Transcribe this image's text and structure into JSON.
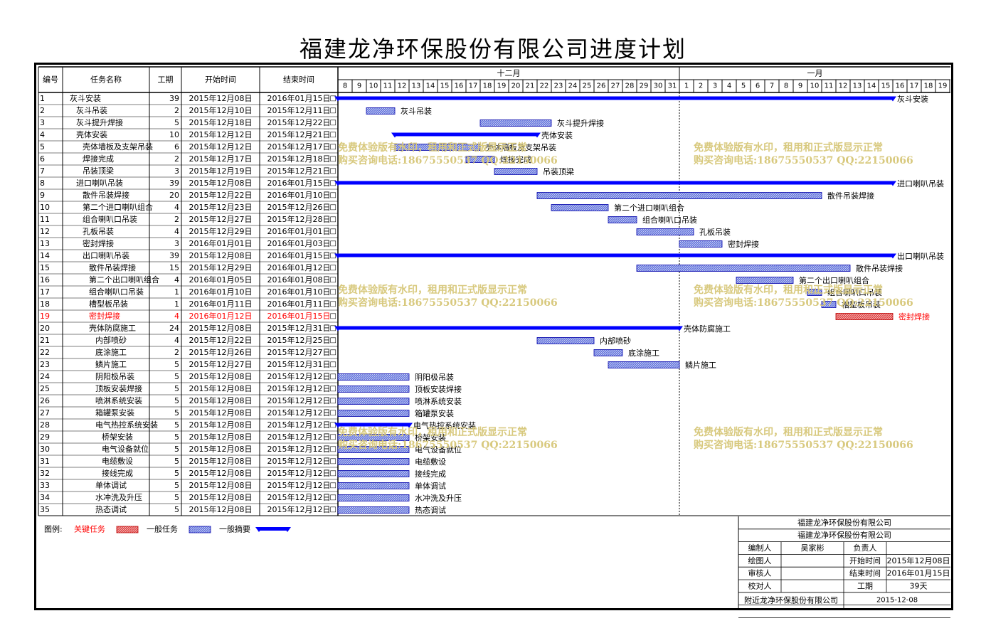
{
  "title": "福建龙净环保股份有限公司进度计划",
  "headers": {
    "id": "编号",
    "name": "任务名称",
    "duration": "工期",
    "start": "开始时间",
    "end": "结束时间"
  },
  "months": [
    "十二月",
    "一月"
  ],
  "days": [
    "8",
    "9",
    "10",
    "11",
    "12",
    "13",
    "14",
    "15",
    "16",
    "17",
    "18",
    "19",
    "20",
    "21",
    "22",
    "23",
    "24",
    "25",
    "26",
    "27",
    "28",
    "29",
    "30",
    "31",
    "1",
    "2",
    "3",
    "4",
    "5",
    "6",
    "7",
    "8",
    "9",
    "10",
    "11",
    "12",
    "13",
    "14",
    "15",
    "16",
    "17",
    "18",
    "19"
  ],
  "chart_data": {
    "type": "gantt",
    "timeline_start": "2015-12-08",
    "timeline_end": "2016-01-19",
    "tasks": [
      {
        "id": "1",
        "name": "灰斗安装",
        "duration": "39",
        "start": "2015年12月08日",
        "end": "2016年01月15日",
        "kind": "summary",
        "level": 0,
        "s": "2015-12-08",
        "e": "2016-01-15"
      },
      {
        "id": "2",
        "name": "灰斗吊装",
        "duration": "2",
        "start": "2015年12月10日",
        "end": "2015年12月11日",
        "kind": "task",
        "level": 1,
        "s": "2015-12-10",
        "e": "2015-12-11"
      },
      {
        "id": "3",
        "name": "灰斗提升焊接",
        "duration": "5",
        "start": "2015年12月18日",
        "end": "2015年12月22日",
        "kind": "task",
        "level": 1,
        "s": "2015-12-18",
        "e": "2015-12-22"
      },
      {
        "id": "4",
        "name": "壳体安装",
        "duration": "10",
        "start": "2015年12月12日",
        "end": "2015年12月21日",
        "kind": "summary",
        "level": 1,
        "s": "2015-12-12",
        "e": "2015-12-21"
      },
      {
        "id": "5",
        "name": "壳体墙板及支架吊装",
        "duration": "6",
        "start": "2015年12月12日",
        "end": "2015年12月17日",
        "kind": "task",
        "level": 2,
        "s": "2015-12-12",
        "e": "2015-12-17"
      },
      {
        "id": "6",
        "name": "焊接完成",
        "duration": "2",
        "start": "2015年12月17日",
        "end": "2015年12月18日",
        "kind": "task",
        "level": 2,
        "s": "2015-12-17",
        "e": "2015-12-18"
      },
      {
        "id": "7",
        "name": "吊装顶梁",
        "duration": "3",
        "start": "2015年12月19日",
        "end": "2015年12月21日",
        "kind": "task",
        "level": 2,
        "s": "2015-12-19",
        "e": "2015-12-21"
      },
      {
        "id": "8",
        "name": "进口喇叭吊装",
        "duration": "39",
        "start": "2015年12月08日",
        "end": "2016年01月15日",
        "kind": "summary",
        "level": 1,
        "s": "2015-12-08",
        "e": "2016-01-15"
      },
      {
        "id": "9",
        "name": "散件吊装焊接",
        "duration": "20",
        "start": "2015年12月22日",
        "end": "2016年01月10日",
        "kind": "task",
        "level": 2,
        "s": "2015-12-22",
        "e": "2016-01-10"
      },
      {
        "id": "10",
        "name": "第二个进口喇叭组合",
        "duration": "4",
        "start": "2015年12月23日",
        "end": "2015年12月26日",
        "kind": "task",
        "level": 2,
        "s": "2015-12-23",
        "e": "2015-12-26"
      },
      {
        "id": "11",
        "name": "组合喇叭口吊装",
        "duration": "2",
        "start": "2015年12月27日",
        "end": "2015年12月28日",
        "kind": "task",
        "level": 2,
        "s": "2015-12-27",
        "e": "2015-12-28"
      },
      {
        "id": "12",
        "name": "孔板吊装",
        "duration": "4",
        "start": "2015年12月29日",
        "end": "2016年01月01日",
        "kind": "task",
        "level": 2,
        "s": "2015-12-29",
        "e": "2016-01-01"
      },
      {
        "id": "13",
        "name": "密封焊接",
        "duration": "3",
        "start": "2016年01月01日",
        "end": "2016年01月03日",
        "kind": "task",
        "level": 2,
        "s": "2016-01-01",
        "e": "2016-01-03"
      },
      {
        "id": "14",
        "name": "出口喇叭吊装",
        "duration": "39",
        "start": "2015年12月08日",
        "end": "2016年01月15日",
        "kind": "summary",
        "level": 2,
        "s": "2015-12-08",
        "e": "2016-01-15"
      },
      {
        "id": "15",
        "name": "散件吊装焊接",
        "duration": "15",
        "start": "2015年12月29日",
        "end": "2016年01月12日",
        "kind": "task",
        "level": 3,
        "s": "2015-12-29",
        "e": "2016-01-12"
      },
      {
        "id": "16",
        "name": "第二个出口喇叭组合",
        "duration": "4",
        "start": "2016年01月05日",
        "end": "2016年01月08日",
        "kind": "task",
        "level": 3,
        "s": "2016-01-05",
        "e": "2016-01-08"
      },
      {
        "id": "17",
        "name": "组合喇叭口吊装",
        "duration": "1",
        "start": "2016年01月10日",
        "end": "2016年01月10日",
        "kind": "task",
        "level": 3,
        "s": "2016-01-10",
        "e": "2016-01-10"
      },
      {
        "id": "18",
        "name": "槽型板吊装",
        "duration": "1",
        "start": "2016年01月11日",
        "end": "2016年01月11日",
        "kind": "task",
        "level": 3,
        "s": "2016-01-11",
        "e": "2016-01-11"
      },
      {
        "id": "19",
        "name": "密封焊接",
        "duration": "4",
        "start": "2016年01月12日",
        "end": "2016年01月15日",
        "kind": "critical",
        "level": 3,
        "s": "2016-01-12",
        "e": "2016-01-15"
      },
      {
        "id": "20",
        "name": "壳体防腐施工",
        "duration": "24",
        "start": "2015年12月08日",
        "end": "2015年12月31日",
        "kind": "summary",
        "level": 3,
        "s": "2015-12-08",
        "e": "2015-12-31"
      },
      {
        "id": "21",
        "name": "内部喷砂",
        "duration": "4",
        "start": "2015年12月22日",
        "end": "2015年12月25日",
        "kind": "task",
        "level": 4,
        "s": "2015-12-22",
        "e": "2015-12-25"
      },
      {
        "id": "22",
        "name": "底涂施工",
        "duration": "2",
        "start": "2015年12月26日",
        "end": "2015年12月27日",
        "kind": "task",
        "level": 4,
        "s": "2015-12-26",
        "e": "2015-12-27"
      },
      {
        "id": "23",
        "name": "鳞片施工",
        "duration": "5",
        "start": "2015年12月27日",
        "end": "2015年12月31日",
        "kind": "task",
        "level": 4,
        "s": "2015-12-27",
        "e": "2015-12-31"
      },
      {
        "id": "24",
        "name": "阴阳极吊装",
        "duration": "5",
        "start": "2015年12月08日",
        "end": "2015年12月12日",
        "kind": "task",
        "level": 4,
        "s": "2015-12-08",
        "e": "2015-12-12"
      },
      {
        "id": "25",
        "name": "顶板安装焊接",
        "duration": "5",
        "start": "2015年12月08日",
        "end": "2015年12月12日",
        "kind": "task",
        "level": 4,
        "s": "2015-12-08",
        "e": "2015-12-12"
      },
      {
        "id": "26",
        "name": "喷淋系统安装",
        "duration": "5",
        "start": "2015年12月08日",
        "end": "2015年12月12日",
        "kind": "task",
        "level": 4,
        "s": "2015-12-08",
        "e": "2015-12-12"
      },
      {
        "id": "27",
        "name": "箱罐泵安装",
        "duration": "5",
        "start": "2015年12月08日",
        "end": "2015年12月12日",
        "kind": "task",
        "level": 4,
        "s": "2015-12-08",
        "e": "2015-12-12"
      },
      {
        "id": "28",
        "name": "电气热控系统安装",
        "duration": "5",
        "start": "2015年12月08日",
        "end": "2015年12月12日",
        "kind": "summary",
        "level": 4,
        "s": "2015-12-08",
        "e": "2015-12-12"
      },
      {
        "id": "29",
        "name": "桥架安装",
        "duration": "5",
        "start": "2015年12月08日",
        "end": "2015年12月12日",
        "kind": "task",
        "level": 5,
        "s": "2015-12-08",
        "e": "2015-12-12"
      },
      {
        "id": "30",
        "name": "电气设备就位",
        "duration": "5",
        "start": "2015年12月08日",
        "end": "2015年12月12日",
        "kind": "task",
        "level": 5,
        "s": "2015-12-08",
        "e": "2015-12-12"
      },
      {
        "id": "31",
        "name": "电缆敷设",
        "duration": "5",
        "start": "2015年12月08日",
        "end": "2015年12月12日",
        "kind": "task",
        "level": 5,
        "s": "2015-12-08",
        "e": "2015-12-12"
      },
      {
        "id": "32",
        "name": "接线完成",
        "duration": "5",
        "start": "2015年12月08日",
        "end": "2015年12月12日",
        "kind": "task",
        "level": 5,
        "s": "2015-12-08",
        "e": "2015-12-12"
      },
      {
        "id": "33",
        "name": "单体调试",
        "duration": "5",
        "start": "2015年12月08日",
        "end": "2015年12月12日",
        "kind": "task",
        "level": 4,
        "s": "2015-12-08",
        "e": "2015-12-12"
      },
      {
        "id": "34",
        "name": "水冲洗及升压",
        "duration": "5",
        "start": "2015年12月08日",
        "end": "2015年12月12日",
        "kind": "task",
        "level": 4,
        "s": "2015-12-08",
        "e": "2015-12-12"
      },
      {
        "id": "35",
        "name": "热态调试",
        "duration": "5",
        "start": "2015年12月08日",
        "end": "2015年12月12日",
        "kind": "task",
        "level": 4,
        "s": "2015-12-08",
        "e": "2015-12-12"
      }
    ]
  },
  "legend": {
    "label": "图例:",
    "critical": "关键任务",
    "task": "一般任务",
    "summary": "一般摘要"
  },
  "watermark": {
    "line1": "免费体验版有水印，租用和正式版显示正常",
    "line2": "购买咨询电话:18675550537 QQ:22150066"
  },
  "info": {
    "company1": "福建龙净环保股份有限公司",
    "company2": "福建龙净环保股份有限公司",
    "compiler_label": "编制人",
    "compiler": "吴家彬",
    "owner_label": "负责人",
    "owner": "",
    "drawer_label": "绘图人",
    "drawer": "",
    "start_label": "开始时间",
    "start": "2015年12月08日",
    "reviewer_label": "审核人",
    "reviewer": "",
    "end_label": "结束时间",
    "end": "2016年01月15日",
    "proofreader_label": "校对人",
    "proofreader": "",
    "duration_label": "工期",
    "duration": "39天",
    "footer_company": "附近龙净环保股份有限公司",
    "footer_date": "2015-12-08"
  },
  "colors": {
    "summary": "#0000ff",
    "task_fill": "#6677dd",
    "task_border": "#0000aa",
    "critical_fill": "#e04848",
    "critical_text": "#ff0000",
    "watermark": "#d8c97e"
  }
}
